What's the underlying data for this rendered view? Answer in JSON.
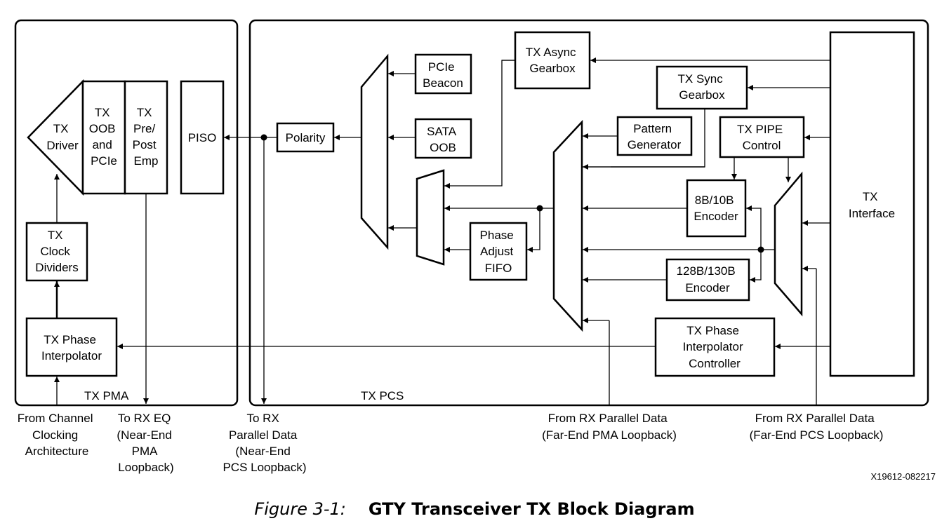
{
  "sections": {
    "pma": "TX PMA",
    "pcs": "TX PCS"
  },
  "blocks": {
    "tx_driver": [
      "TX",
      "Driver"
    ],
    "tx_oob_pcie": [
      "TX",
      "OOB",
      "and",
      "PCIe"
    ],
    "tx_pre_post_emp": [
      "TX",
      "Pre/",
      "Post",
      "Emp"
    ],
    "piso": [
      "PISO"
    ],
    "tx_clock_dividers": [
      "TX",
      "Clock",
      "Dividers"
    ],
    "tx_phase_interpolator": [
      "TX Phase",
      "Interpolator"
    ],
    "polarity": [
      "Polarity"
    ],
    "pcie_beacon": [
      "PCIe",
      "Beacon"
    ],
    "sata_oob": [
      "SATA",
      "OOB"
    ],
    "tx_async_gearbox": [
      "TX Async",
      "Gearbox"
    ],
    "tx_sync_gearbox": [
      "TX Sync",
      "Gearbox"
    ],
    "pattern_generator": [
      "Pattern",
      "Generator"
    ],
    "tx_pipe_control": [
      "TX PIPE",
      "Control"
    ],
    "encoder_8b10b": [
      "8B/10B",
      "Encoder"
    ],
    "encoder_128b130b": [
      "128B/130B",
      "Encoder"
    ],
    "phase_adjust_fifo": [
      "Phase",
      "Adjust",
      "FIFO"
    ],
    "tx_interface": [
      "TX",
      "Interface"
    ],
    "tx_pi_controller": [
      "TX Phase",
      "Interpolator",
      "Controller"
    ]
  },
  "external": {
    "from_channel_clocking": [
      "From Channel",
      "Clocking",
      "Architecture"
    ],
    "to_rx_eq": [
      "To RX EQ",
      "(Near-End",
      "PMA",
      "Loopback)"
    ],
    "to_rx_parallel": [
      "To RX",
      "Parallel Data",
      "(Near-End",
      "PCS Loopback)"
    ],
    "from_rx_far_pma": [
      "From RX Parallel Data",
      "(Far-End PMA Loopback)"
    ],
    "from_rx_far_pcs": [
      "From RX Parallel Data",
      "(Far-End PCS Loopback)"
    ]
  },
  "figure_id": "X19612-082217",
  "caption": {
    "label": "Figure 3-1:",
    "title": "GTY Transceiver TX Block Diagram"
  }
}
